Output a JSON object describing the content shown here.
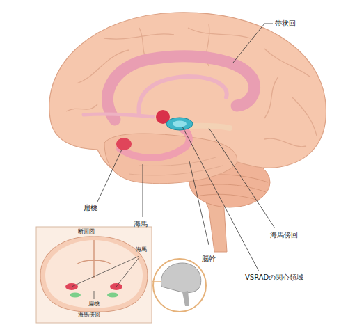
{
  "diagram": {
    "labels": [
      "帯状回",
      "扁桃",
      "海馬",
      "海馬傍回",
      "脳幹",
      "VSRADの関心領域",
      "断面図",
      "海馬",
      "扁桃",
      "海馬傍回"
    ]
  }
}
